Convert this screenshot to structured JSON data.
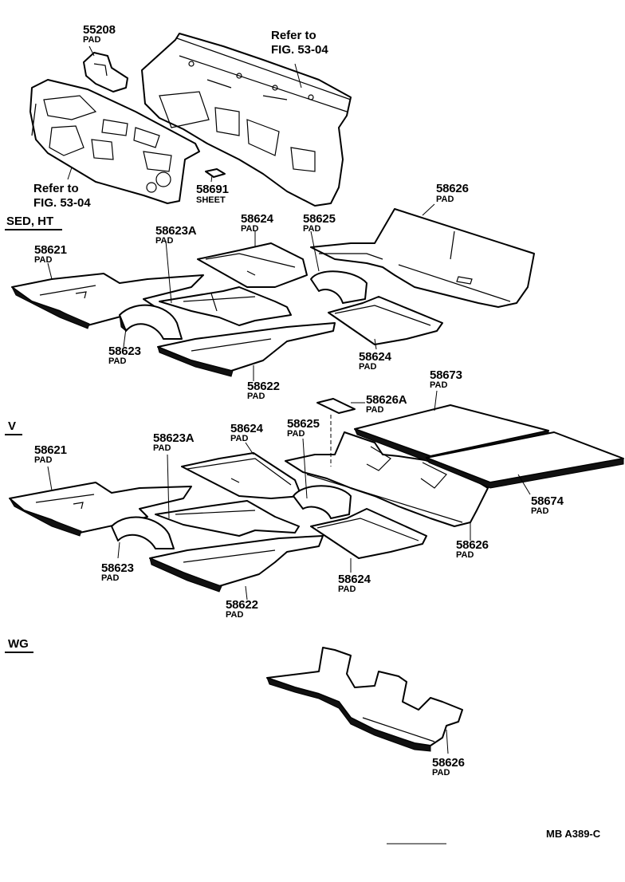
{
  "refs": {
    "top_right": {
      "line1": "Refer to",
      "line2": "FIG. 53-04"
    },
    "left": {
      "line1": "Refer to",
      "line2": "FIG. 53-04"
    }
  },
  "sections": {
    "sed_ht": "SED, HT",
    "v": "V",
    "wg": "WG"
  },
  "labels": {
    "p55208": {
      "num": "55208",
      "sub": "PAD"
    },
    "p58691": {
      "num": "58691",
      "sub": "SHEET"
    },
    "s1_58626": {
      "num": "58626",
      "sub": "PAD"
    },
    "s1_58624a": {
      "num": "58624",
      "sub": "PAD"
    },
    "s1_58625": {
      "num": "58625",
      "sub": "PAD"
    },
    "s1_58623a": {
      "num": "58623A",
      "sub": "PAD"
    },
    "s1_58621": {
      "num": "58621",
      "sub": "PAD"
    },
    "s1_58623": {
      "num": "58623",
      "sub": "PAD"
    },
    "s1_58624b": {
      "num": "58624",
      "sub": "PAD"
    },
    "s1_58622": {
      "num": "58622",
      "sub": "PAD"
    },
    "s2_58673": {
      "num": "58673",
      "sub": "PAD"
    },
    "s2_58626a": {
      "num": "58626A",
      "sub": "PAD"
    },
    "s2_58625": {
      "num": "58625",
      "sub": "PAD"
    },
    "s2_58624a": {
      "num": "58624",
      "sub": "PAD"
    },
    "s2_58623a": {
      "num": "58623A",
      "sub": "PAD"
    },
    "s2_58621": {
      "num": "58621",
      "sub": "PAD"
    },
    "s2_58674": {
      "num": "58674",
      "sub": "PAD"
    },
    "s2_58626": {
      "num": "58626",
      "sub": "PAD"
    },
    "s2_58623": {
      "num": "58623",
      "sub": "PAD"
    },
    "s2_58624b": {
      "num": "58624",
      "sub": "PAD"
    },
    "s2_58622": {
      "num": "58622",
      "sub": "PAD"
    },
    "s3_58626": {
      "num": "58626",
      "sub": "PAD"
    }
  },
  "footer_code": "MB  A389-C"
}
